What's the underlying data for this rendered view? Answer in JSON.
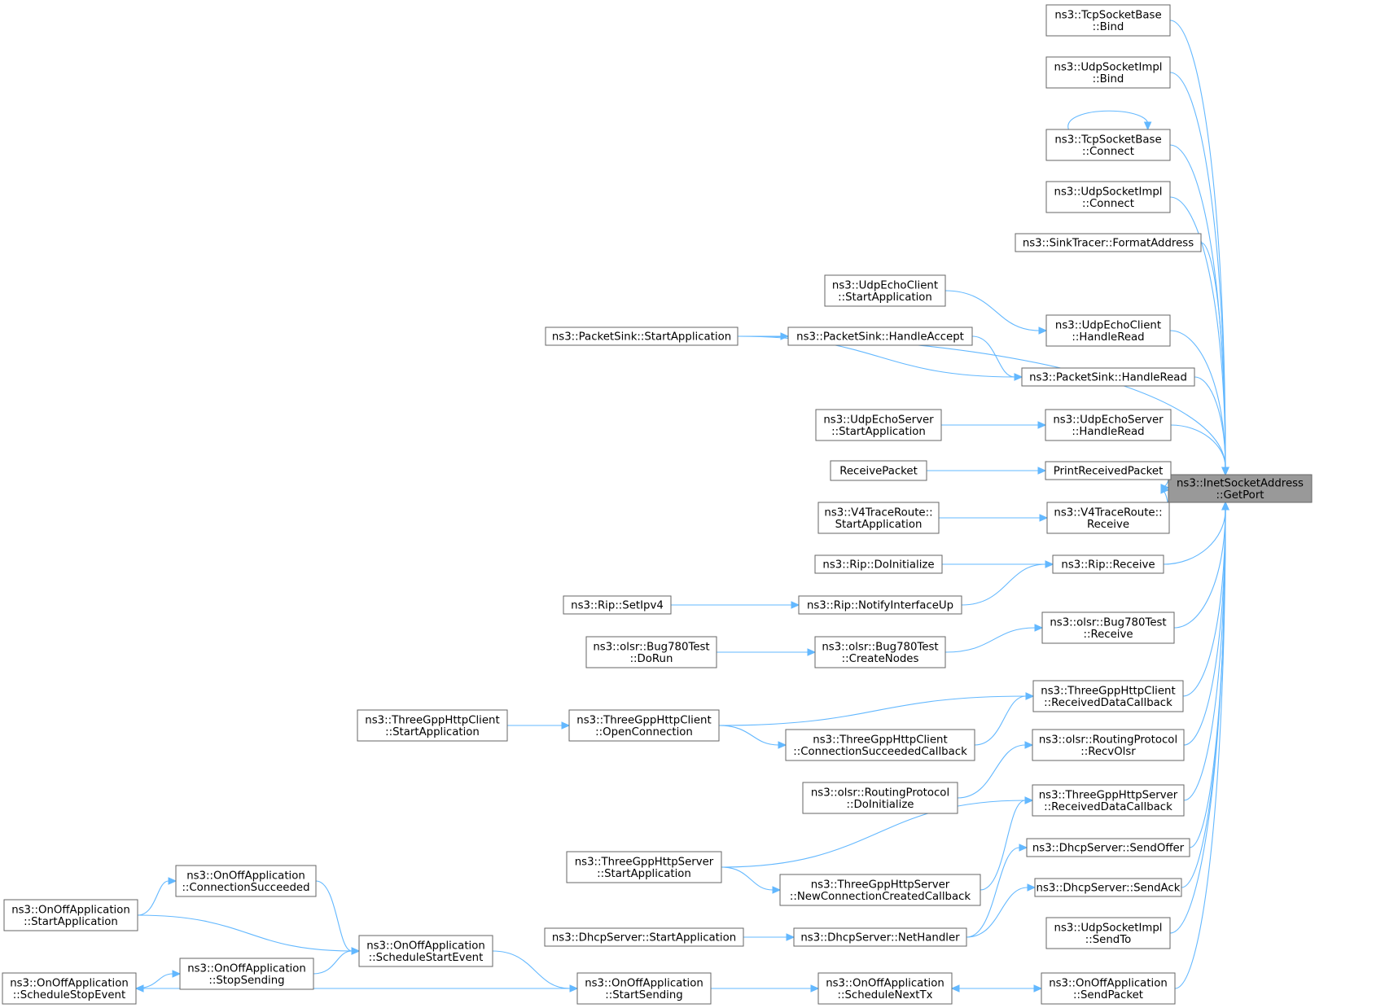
{
  "nodes": [
    {
      "id": "getport",
      "lines": [
        "ns3::InetSocketAddress",
        "::GetPort"
      ],
      "focus": true
    },
    {
      "id": "tcp_bind",
      "lines": [
        "ns3::TcpSocketBase",
        "::Bind"
      ]
    },
    {
      "id": "udp_bind",
      "lines": [
        "ns3::UdpSocketImpl",
        "::Bind"
      ]
    },
    {
      "id": "tcp_connect",
      "lines": [
        "ns3::TcpSocketBase",
        "::Connect"
      ]
    },
    {
      "id": "udp_connect",
      "lines": [
        "ns3::UdpSocketImpl",
        "::Connect"
      ]
    },
    {
      "id": "sinktracer",
      "lines": [
        "ns3::SinkTracer::FormatAddress"
      ]
    },
    {
      "id": "echoclient_start",
      "lines": [
        "ns3::UdpEchoClient",
        "::StartApplication"
      ]
    },
    {
      "id": "echoclient_read",
      "lines": [
        "ns3::UdpEchoClient",
        "::HandleRead"
      ]
    },
    {
      "id": "sink_start",
      "lines": [
        "ns3::PacketSink::StartApplication"
      ]
    },
    {
      "id": "sink_accept",
      "lines": [
        "ns3::PacketSink::HandleAccept"
      ]
    },
    {
      "id": "sink_read",
      "lines": [
        "ns3::PacketSink::HandleRead"
      ]
    },
    {
      "id": "echoserver_start",
      "lines": [
        "ns3::UdpEchoServer",
        "::StartApplication"
      ]
    },
    {
      "id": "echoserver_read",
      "lines": [
        "ns3::UdpEchoServer",
        "::HandleRead"
      ]
    },
    {
      "id": "receivepacket",
      "lines": [
        "ReceivePacket"
      ]
    },
    {
      "id": "printreceived",
      "lines": [
        "PrintReceivedPacket"
      ]
    },
    {
      "id": "v4_start",
      "lines": [
        "ns3::V4TraceRoute::",
        "StartApplication"
      ]
    },
    {
      "id": "v4_receive",
      "lines": [
        "ns3::V4TraceRoute::",
        "Receive"
      ]
    },
    {
      "id": "rip_init",
      "lines": [
        "ns3::Rip::DoInitialize"
      ]
    },
    {
      "id": "rip_receive",
      "lines": [
        "ns3::Rip::Receive"
      ]
    },
    {
      "id": "rip_setipv4",
      "lines": [
        "ns3::Rip::SetIpv4"
      ]
    },
    {
      "id": "rip_notify",
      "lines": [
        "ns3::Rip::NotifyInterfaceUp"
      ]
    },
    {
      "id": "bug_dorun",
      "lines": [
        "ns3::olsr::Bug780Test",
        "::DoRun"
      ]
    },
    {
      "id": "bug_create",
      "lines": [
        "ns3::olsr::Bug780Test",
        "::CreateNodes"
      ]
    },
    {
      "id": "bug_receive",
      "lines": [
        "ns3::olsr::Bug780Test",
        "::Receive"
      ]
    },
    {
      "id": "hc_start",
      "lines": [
        "ns3::ThreeGppHttpClient",
        "::StartApplication"
      ]
    },
    {
      "id": "hc_open",
      "lines": [
        "ns3::ThreeGppHttpClient",
        "::OpenConnection"
      ]
    },
    {
      "id": "hc_succ",
      "lines": [
        "ns3::ThreeGppHttpClient",
        "::ConnectionSucceededCallback"
      ]
    },
    {
      "id": "hc_recv",
      "lines": [
        "ns3::ThreeGppHttpClient",
        "::ReceivedDataCallback"
      ]
    },
    {
      "id": "olsr_init",
      "lines": [
        "ns3::olsr::RoutingProtocol",
        "::DoInitialize"
      ]
    },
    {
      "id": "olsr_recv",
      "lines": [
        "ns3::olsr::RoutingProtocol",
        "::RecvOlsr"
      ]
    },
    {
      "id": "hs_start",
      "lines": [
        "ns3::ThreeGppHttpServer",
        "::StartApplication"
      ]
    },
    {
      "id": "hs_newconn",
      "lines": [
        "ns3::ThreeGppHttpServer",
        "::NewConnectionCreatedCallback"
      ]
    },
    {
      "id": "hs_recv",
      "lines": [
        "ns3::ThreeGppHttpServer",
        "::ReceivedDataCallback"
      ]
    },
    {
      "id": "dhcp_offer",
      "lines": [
        "ns3::DhcpServer::SendOffer"
      ]
    },
    {
      "id": "dhcp_ack",
      "lines": [
        "ns3::DhcpServer::SendAck"
      ]
    },
    {
      "id": "dhcp_start",
      "lines": [
        "ns3::DhcpServer::StartApplication"
      ]
    },
    {
      "id": "dhcp_net",
      "lines": [
        "ns3::DhcpServer::NetHandler"
      ]
    },
    {
      "id": "udp_sendto",
      "lines": [
        "ns3::UdpSocketImpl",
        "::SendTo"
      ]
    },
    {
      "id": "onoff_connsucc",
      "lines": [
        "ns3::OnOffApplication",
        "::ConnectionSucceeded"
      ]
    },
    {
      "id": "onoff_start",
      "lines": [
        "ns3::OnOffApplication",
        "::StartApplication"
      ]
    },
    {
      "id": "onoff_schedstart",
      "lines": [
        "ns3::OnOffApplication",
        "::ScheduleStartEvent"
      ]
    },
    {
      "id": "onoff_stopsend",
      "lines": [
        "ns3::OnOffApplication",
        "::StopSending"
      ]
    },
    {
      "id": "onoff_schedstop",
      "lines": [
        "ns3::OnOffApplication",
        "::ScheduleStopEvent"
      ]
    },
    {
      "id": "onoff_startsend",
      "lines": [
        "ns3::OnOffApplication",
        "::StartSending"
      ]
    },
    {
      "id": "onoff_schednext",
      "lines": [
        "ns3::OnOffApplication",
        "::ScheduleNextTx"
      ]
    },
    {
      "id": "onoff_sendpacket",
      "lines": [
        "ns3::OnOffApplication",
        "::SendPacket"
      ]
    }
  ],
  "edges": [
    [
      "tcp_bind",
      "getport"
    ],
    [
      "udp_bind",
      "getport"
    ],
    [
      "tcp_connect",
      "getport"
    ],
    [
      "tcp_connect",
      "tcp_connect"
    ],
    [
      "udp_connect",
      "getport"
    ],
    [
      "sinktracer",
      "getport"
    ],
    [
      "echoclient_read",
      "getport"
    ],
    [
      "echoclient_start",
      "echoclient_read"
    ],
    [
      "sink_start",
      "getport"
    ],
    [
      "sink_start",
      "sink_accept"
    ],
    [
      "sink_start",
      "sink_read"
    ],
    [
      "sink_accept",
      "sink_read"
    ],
    [
      "sink_read",
      "getport"
    ],
    [
      "echoserver_read",
      "getport"
    ],
    [
      "echoserver_start",
      "echoserver_read"
    ],
    [
      "printreceived",
      "getport"
    ],
    [
      "receivepacket",
      "printreceived"
    ],
    [
      "v4_receive",
      "getport"
    ],
    [
      "v4_start",
      "v4_receive"
    ],
    [
      "rip_receive",
      "getport"
    ],
    [
      "rip_init",
      "rip_receive"
    ],
    [
      "rip_notify",
      "rip_receive"
    ],
    [
      "rip_setipv4",
      "rip_notify"
    ],
    [
      "bug_receive",
      "getport"
    ],
    [
      "bug_create",
      "bug_receive"
    ],
    [
      "bug_dorun",
      "bug_create"
    ],
    [
      "hc_recv",
      "getport"
    ],
    [
      "hc_open",
      "hc_recv"
    ],
    [
      "hc_open",
      "hc_succ"
    ],
    [
      "hc_succ",
      "hc_recv"
    ],
    [
      "hc_start",
      "hc_open"
    ],
    [
      "olsr_recv",
      "getport"
    ],
    [
      "olsr_init",
      "olsr_recv"
    ],
    [
      "hs_recv",
      "getport"
    ],
    [
      "hs_start",
      "hs_recv"
    ],
    [
      "hs_start",
      "hs_newconn"
    ],
    [
      "hs_newconn",
      "hs_recv"
    ],
    [
      "dhcp_offer",
      "getport"
    ],
    [
      "dhcp_ack",
      "getport"
    ],
    [
      "dhcp_net",
      "dhcp_offer"
    ],
    [
      "dhcp_net",
      "dhcp_ack"
    ],
    [
      "dhcp_start",
      "dhcp_net"
    ],
    [
      "udp_sendto",
      "getport"
    ],
    [
      "onoff_sendpacket",
      "getport"
    ],
    [
      "onoff_schednext",
      "onoff_sendpacket"
    ],
    [
      "onoff_sendpacket",
      "onoff_schednext"
    ],
    [
      "onoff_startsend",
      "onoff_schednext"
    ],
    [
      "onoff_schedstart",
      "onoff_startsend"
    ],
    [
      "onoff_startsend",
      "onoff_schedstop"
    ],
    [
      "onoff_stopsend",
      "onoff_schedstart"
    ],
    [
      "onoff_schedstop",
      "onoff_stopsend"
    ],
    [
      "onoff_start",
      "onoff_schedstart"
    ],
    [
      "onoff_connsucc",
      "onoff_schedstart"
    ],
    [
      "onoff_start",
      "onoff_connsucc"
    ]
  ]
}
